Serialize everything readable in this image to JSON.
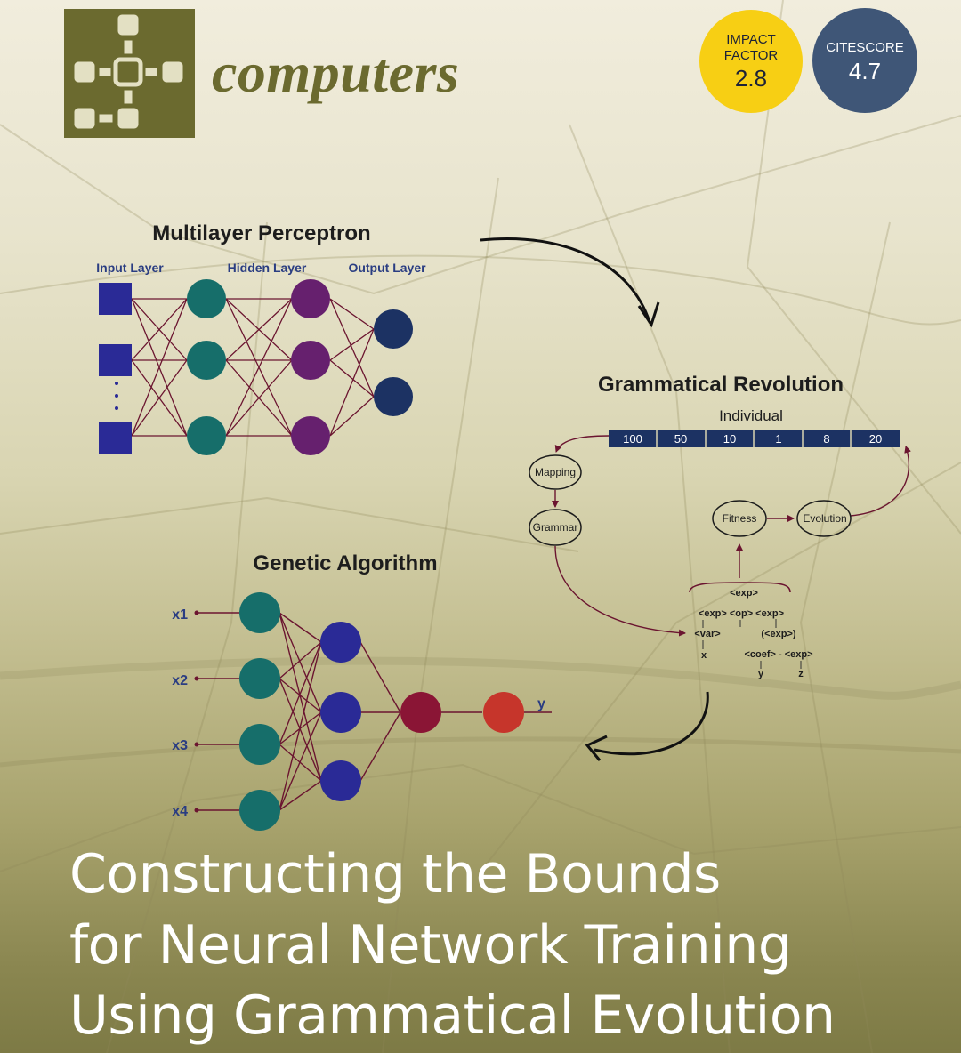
{
  "journal": {
    "name": "computers"
  },
  "badges": {
    "impact_factor": {
      "label_line1": "IMPACT",
      "label_line2": "FACTOR",
      "value": "2.8",
      "color": "#f7cf14"
    },
    "citescore": {
      "label": "CITESCORE",
      "value": "4.7",
      "color": "#3f5677"
    }
  },
  "mlp": {
    "title": "Multilayer Perceptron",
    "input_label": "Input Layer",
    "hidden_label": "Hidden Layer",
    "output_label": "Output Layer"
  },
  "ge": {
    "title": "Grammatical Revolution",
    "individual_label": "Individual",
    "genes": [
      "100",
      "50",
      "10",
      "1",
      "8",
      "20"
    ],
    "mapping": "Mapping",
    "grammar": "Grammar",
    "fitness": "Fitness",
    "evolution": "Evolution",
    "tree": {
      "root": "<exp>",
      "level1": "<exp> <op> <exp>",
      "var": "<var>",
      "paren": "(<exp>)",
      "x": "x",
      "coef": "<coef> - <exp>",
      "y": "y",
      "z": "z"
    }
  },
  "ga": {
    "title": "Genetic Algorithm",
    "inputs": [
      "x1",
      "x2",
      "x3",
      "x4"
    ],
    "output": "y"
  },
  "article_title": {
    "line1": "Constructing the Bounds",
    "line2": "for Neural Network Training",
    "line3": "Using Grammatical Evolution"
  },
  "colors": {
    "olive": "#6b6a2f",
    "node_teal": "#166e6a",
    "node_purple": "#66206e",
    "node_navy": "#1c3263",
    "node_blue": "#2a2a96",
    "node_maroon": "#8a1535",
    "node_red": "#c6352b",
    "edge": "#6b1530"
  }
}
